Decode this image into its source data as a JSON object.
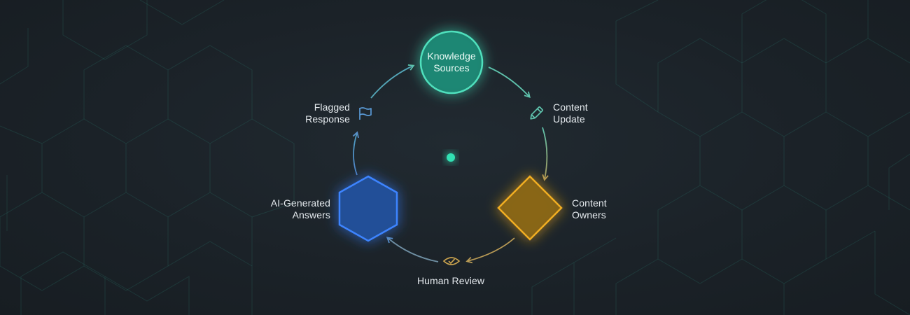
{
  "nodes": {
    "knowledge_sources": "Knowledge\nSources",
    "content_owners": "Content\nOwners",
    "ai_generated_answers": "AI-Generated\nAnswers"
  },
  "steps": {
    "content_update": "Content\nUpdate",
    "human_review": "Human Review",
    "flagged_response": "Flagged\nResponse"
  },
  "colors": {
    "knowledge": "#2fc9a4",
    "owners": "#e8a21b",
    "ai": "#2f6fe6",
    "center_dot": "#31e0b3"
  },
  "icons": {
    "content_update": "pencil-icon",
    "human_review": "eye-check-icon",
    "flagged_response": "flag-icon"
  }
}
